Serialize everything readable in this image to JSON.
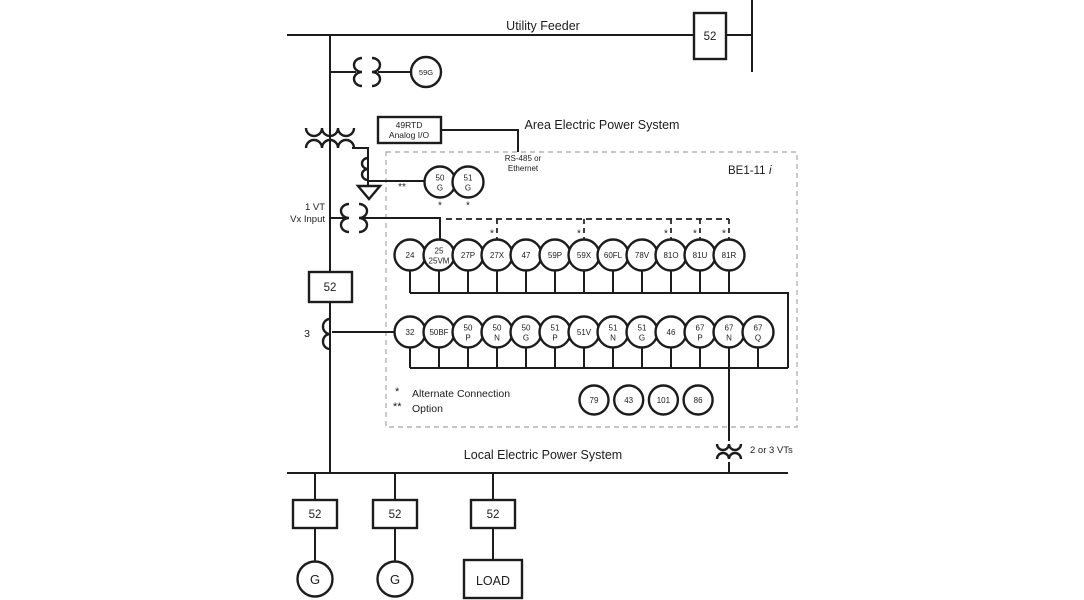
{
  "labels": {
    "utility_feeder": "Utility Feeder",
    "local_eps": "Local Electric Power System",
    "area_eps": "Area Electric Power System",
    "comm_line1": "RS-485 or",
    "comm_line2": "Ethernet",
    "device_prefix": "BE1-11",
    "device_suffix": "i",
    "rtd_line1": "49RTD",
    "rtd_line2": "Analog I/O",
    "vt_input_line1": "1 VT",
    "vt_input_line2": "Vx Input",
    "vts_label": "2 or 3 VTs",
    "ct_count_label": "3",
    "double_asterisk": "**",
    "load_label": "LOAD"
  },
  "breakers": {
    "utility": "52",
    "main": "52",
    "gen1": "52",
    "gen2": "52",
    "feeder3": "52"
  },
  "generators": {
    "gen1": "G",
    "gen2": "G"
  },
  "relays": {
    "neutral_overvoltage": "59G",
    "ground_row": [
      {
        "lines": [
          "50",
          "G"
        ],
        "star": true
      },
      {
        "lines": [
          "51",
          "G"
        ],
        "star": true
      }
    ],
    "row1": [
      {
        "lines": [
          "24"
        ]
      },
      {
        "lines": [
          "25",
          "25VM"
        ]
      },
      {
        "lines": [
          "27P"
        ]
      },
      {
        "lines": [
          "27X"
        ],
        "star": true
      },
      {
        "lines": [
          "47"
        ]
      },
      {
        "lines": [
          "59P"
        ]
      },
      {
        "lines": [
          "59X"
        ],
        "star": true
      },
      {
        "lines": [
          "60FL"
        ]
      },
      {
        "lines": [
          "78V"
        ]
      },
      {
        "lines": [
          "81O"
        ],
        "star": true
      },
      {
        "lines": [
          "81U"
        ],
        "star": true
      },
      {
        "lines": [
          "81R"
        ],
        "star": true
      }
    ],
    "row2": [
      {
        "lines": [
          "32"
        ]
      },
      {
        "lines": [
          "50BF"
        ]
      },
      {
        "lines": [
          "50",
          "P"
        ]
      },
      {
        "lines": [
          "50",
          "N"
        ]
      },
      {
        "lines": [
          "50",
          "G"
        ]
      },
      {
        "lines": [
          "51",
          "P"
        ]
      },
      {
        "lines": [
          "51V"
        ]
      },
      {
        "lines": [
          "51",
          "N"
        ]
      },
      {
        "lines": [
          "51",
          "G"
        ]
      },
      {
        "lines": [
          "46"
        ]
      },
      {
        "lines": [
          "67",
          "P"
        ]
      },
      {
        "lines": [
          "67",
          "N"
        ]
      },
      {
        "lines": [
          "67",
          "Q"
        ]
      }
    ],
    "aux_row": [
      {
        "lines": [
          "79"
        ]
      },
      {
        "lines": [
          "43"
        ]
      },
      {
        "lines": [
          "101"
        ]
      },
      {
        "lines": [
          "86"
        ]
      }
    ]
  },
  "notes": [
    {
      "symbol": "*",
      "text": "Alternate Connection"
    },
    {
      "symbol": "**",
      "text": "Option"
    }
  ],
  "colors": {
    "line": "#1c1c1c",
    "dashed_enclosure": "#b3b3b3",
    "background": "#ffffff"
  }
}
